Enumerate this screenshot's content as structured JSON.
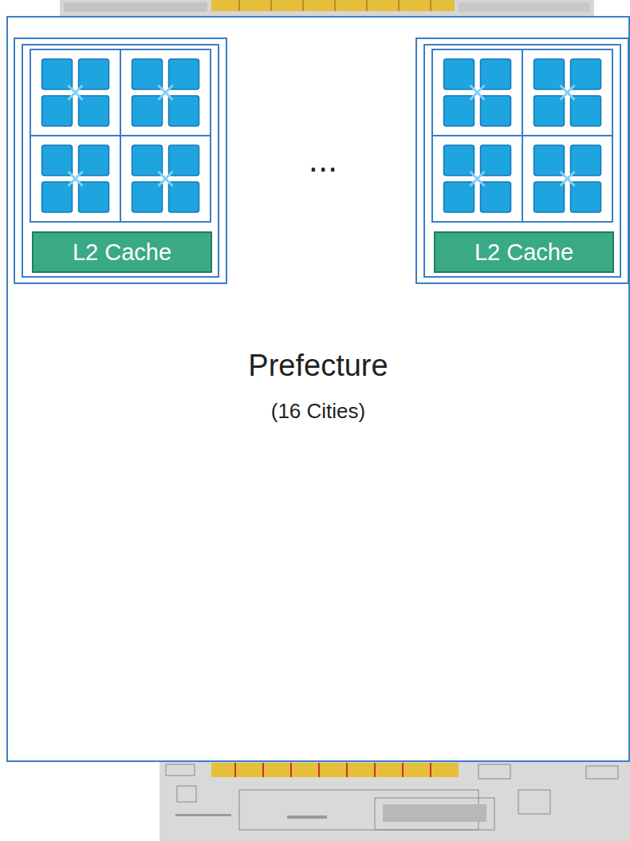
{
  "diagram": {
    "nodes": [
      {
        "text": [
          "Prefecture",
          "(16 Cities)"
        ]
      },
      {
        "text": [
          "L2 Cache"
        ],
        "in": 0
      },
      {
        "text": [
          "L2 Cache"
        ],
        "in": 0
      }
    ],
    "labels": [
      "..."
    ]
  }
}
